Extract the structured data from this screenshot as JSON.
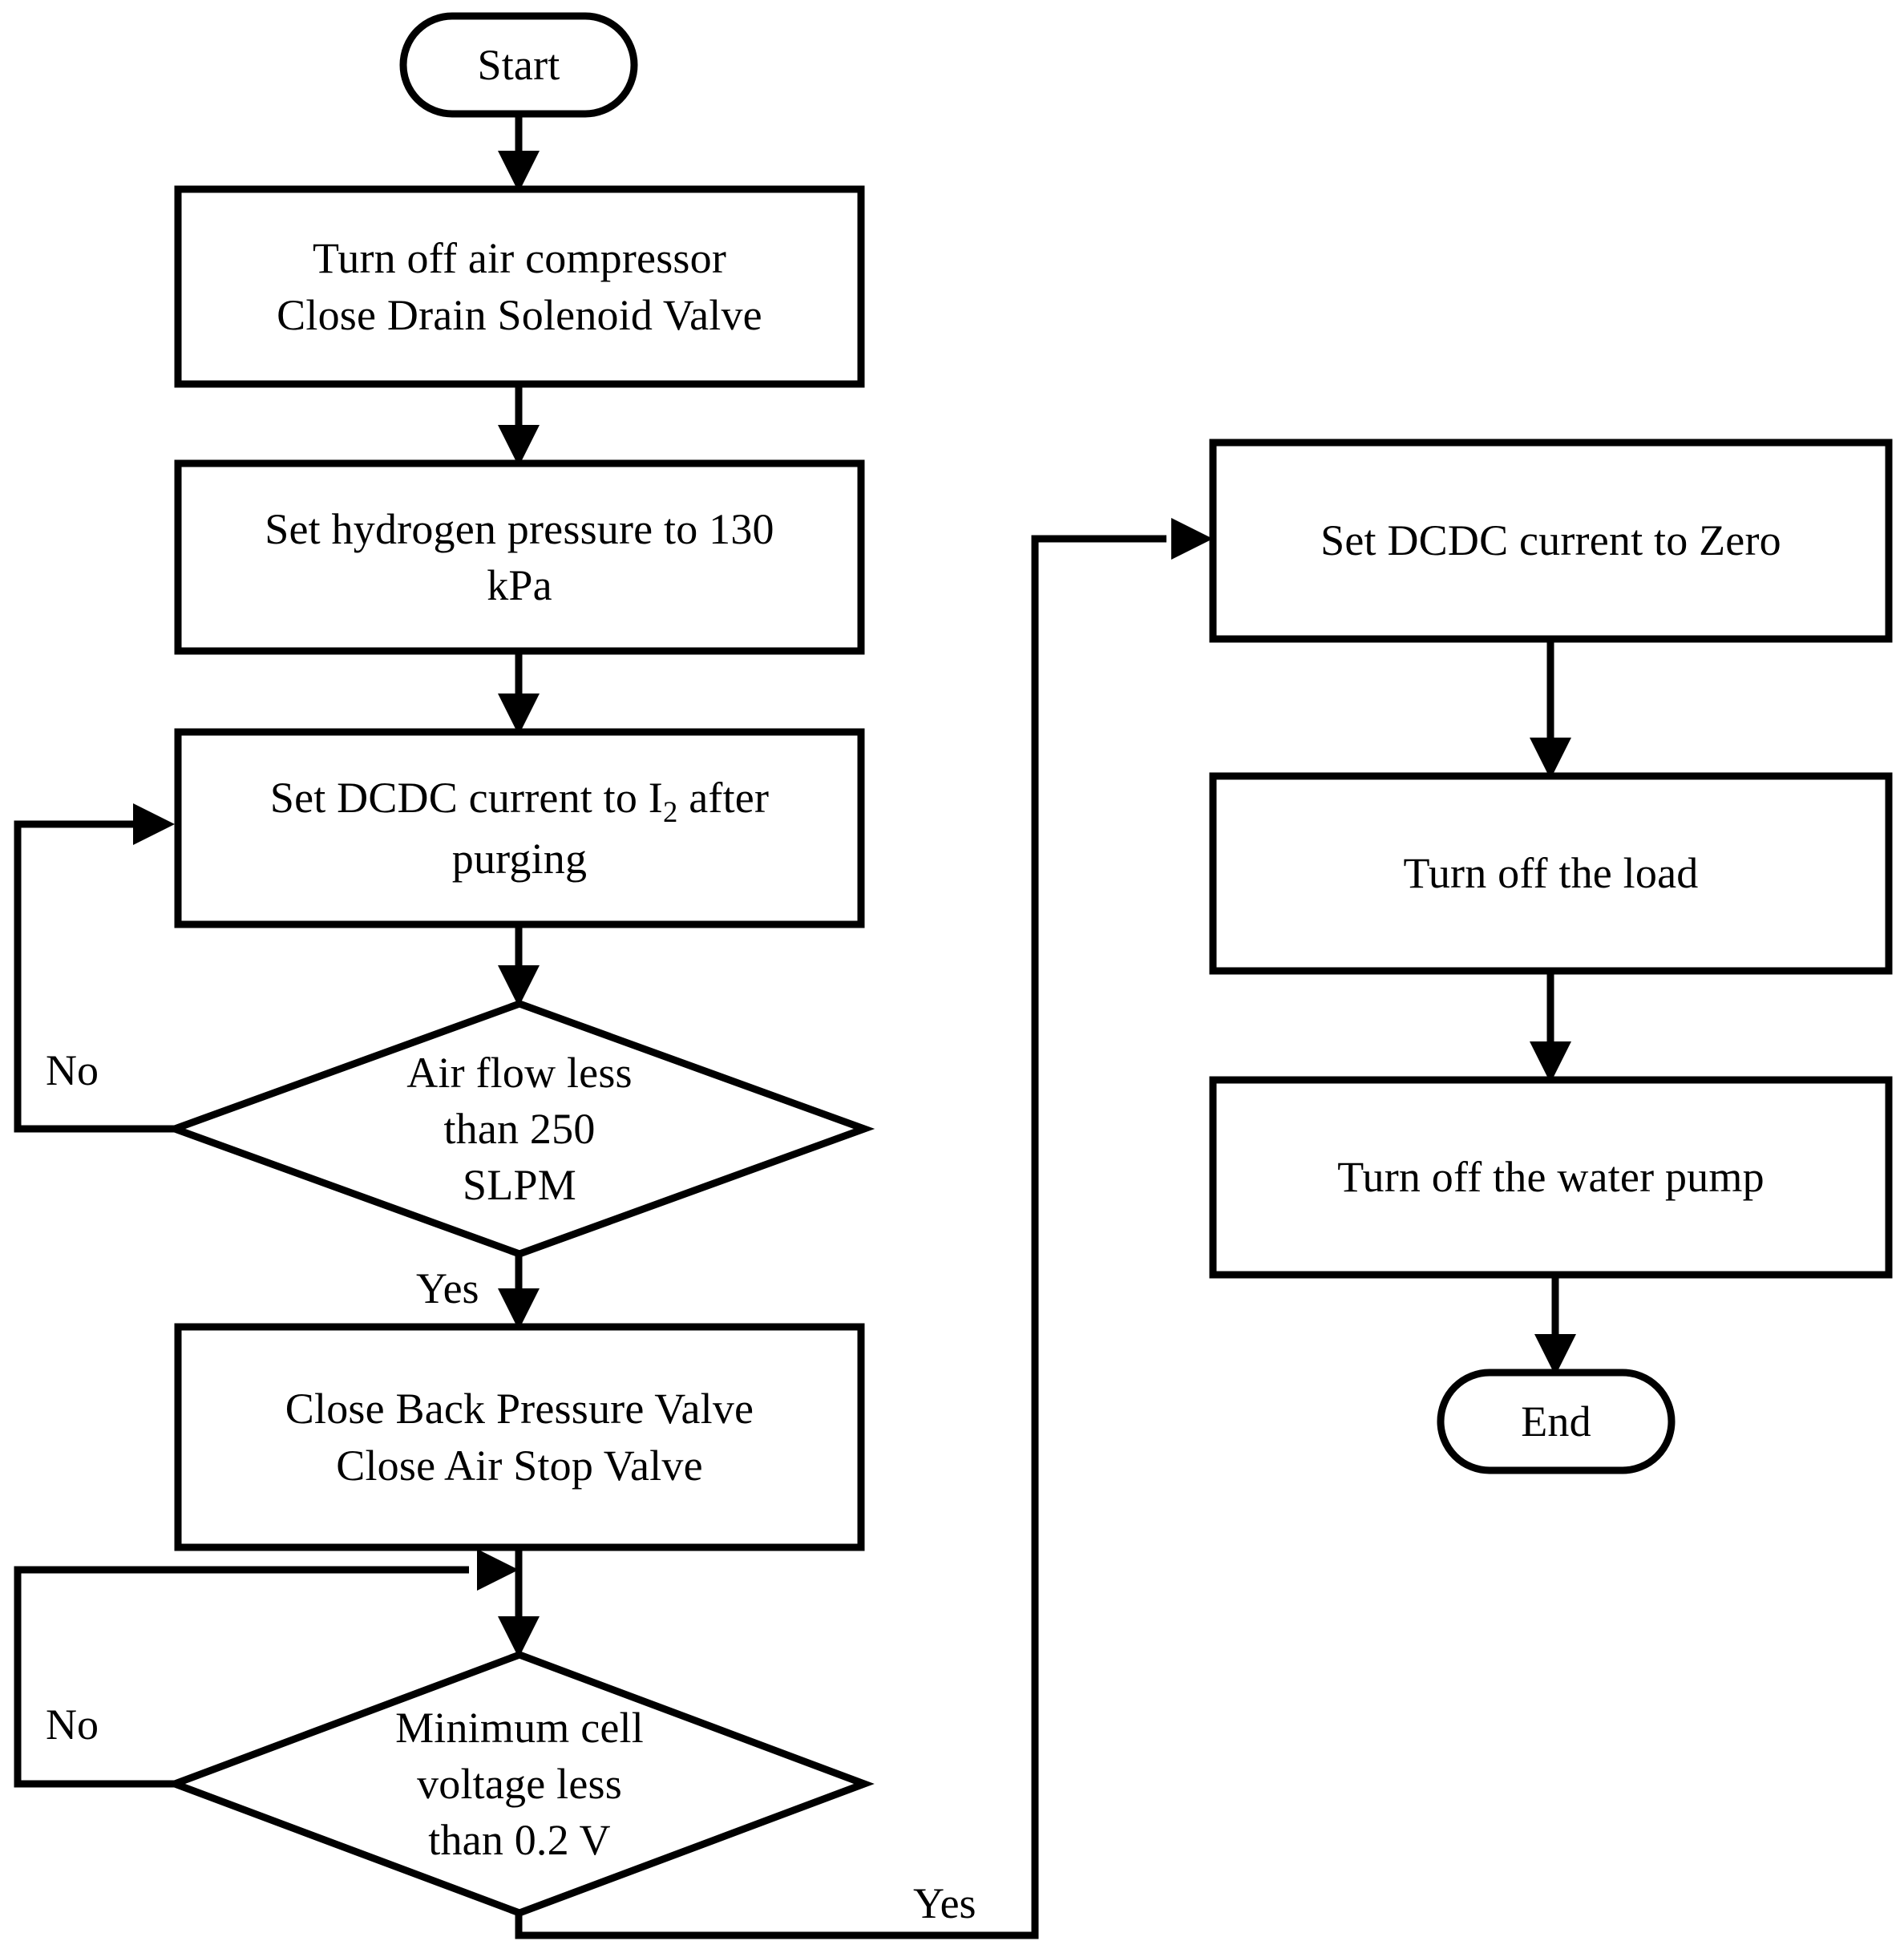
{
  "diagram": {
    "type": "flowchart",
    "title": "Fuel cell system shutdown procedure flowchart",
    "orientation": "two-column, top-to-bottom",
    "line_color": "#000000",
    "fill_color": "#ffffff",
    "nodes": [
      {
        "id": "start",
        "shape": "terminator",
        "text": "Start"
      },
      {
        "id": "turn-off-air",
        "shape": "process",
        "text": "Turn off air compressor\nClose Drain Solenoid Valve"
      },
      {
        "id": "set-h2",
        "shape": "process",
        "text": "Set hydrogen pressure to 130\nkPa"
      },
      {
        "id": "set-dcdc-i2",
        "shape": "process",
        "text_before": "Set DCDC current to I",
        "text_sub": "2",
        "text_after": " after\npurging",
        "text": "Set DCDC current to I2 after purging"
      },
      {
        "id": "airflow-check",
        "shape": "decision",
        "text": "Air flow less\nthan 250\nSLPM"
      },
      {
        "id": "close-valves",
        "shape": "process",
        "text": "Close Back Pressure Valve\nClose Air Stop Valve"
      },
      {
        "id": "voltage-check",
        "shape": "decision",
        "text": "Minimum cell\nvoltage less\nthan 0.2 V"
      },
      {
        "id": "dcdc-zero",
        "shape": "process",
        "text": "Set DCDC current to Zero"
      },
      {
        "id": "off-load",
        "shape": "process",
        "text": "Turn off the load"
      },
      {
        "id": "off-pump",
        "shape": "process",
        "text": "Turn off the water pump"
      },
      {
        "id": "end",
        "shape": "terminator",
        "text": "End"
      }
    ],
    "edge_labels": {
      "airflow_no": "No",
      "airflow_yes": "Yes",
      "voltage_no": "No",
      "voltage_yes": "Yes"
    },
    "edges": [
      {
        "from": "start",
        "to": "turn-off-air",
        "label": ""
      },
      {
        "from": "turn-off-air",
        "to": "set-h2",
        "label": ""
      },
      {
        "from": "set-h2",
        "to": "set-dcdc-i2",
        "label": ""
      },
      {
        "from": "set-dcdc-i2",
        "to": "airflow-check",
        "label": ""
      },
      {
        "from": "airflow-check",
        "to": "set-dcdc-i2",
        "label": "No"
      },
      {
        "from": "airflow-check",
        "to": "close-valves",
        "label": "Yes"
      },
      {
        "from": "close-valves",
        "to": "voltage-check",
        "label": ""
      },
      {
        "from": "voltage-check",
        "to": "voltage-check",
        "label": "No"
      },
      {
        "from": "voltage-check",
        "to": "dcdc-zero",
        "label": "Yes"
      },
      {
        "from": "dcdc-zero",
        "to": "off-load",
        "label": ""
      },
      {
        "from": "off-load",
        "to": "off-pump",
        "label": ""
      },
      {
        "from": "off-pump",
        "to": "end",
        "label": ""
      }
    ]
  }
}
